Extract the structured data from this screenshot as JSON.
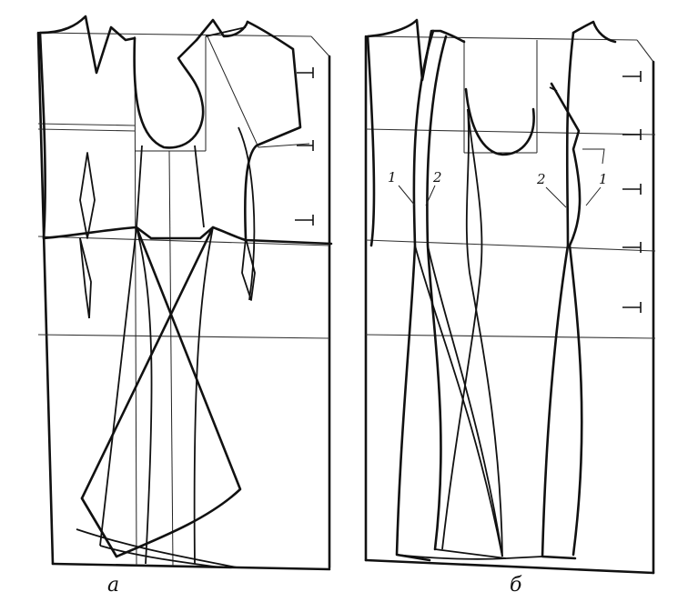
{
  "figure": {
    "panels": [
      {
        "id": "a",
        "caption": "а",
        "line_labels": []
      },
      {
        "id": "b",
        "caption": "б",
        "line_labels": [
          "1",
          "2",
          "2",
          "1"
        ]
      }
    ],
    "colors": {
      "line": "#111111",
      "paper": "#ffffff"
    }
  }
}
